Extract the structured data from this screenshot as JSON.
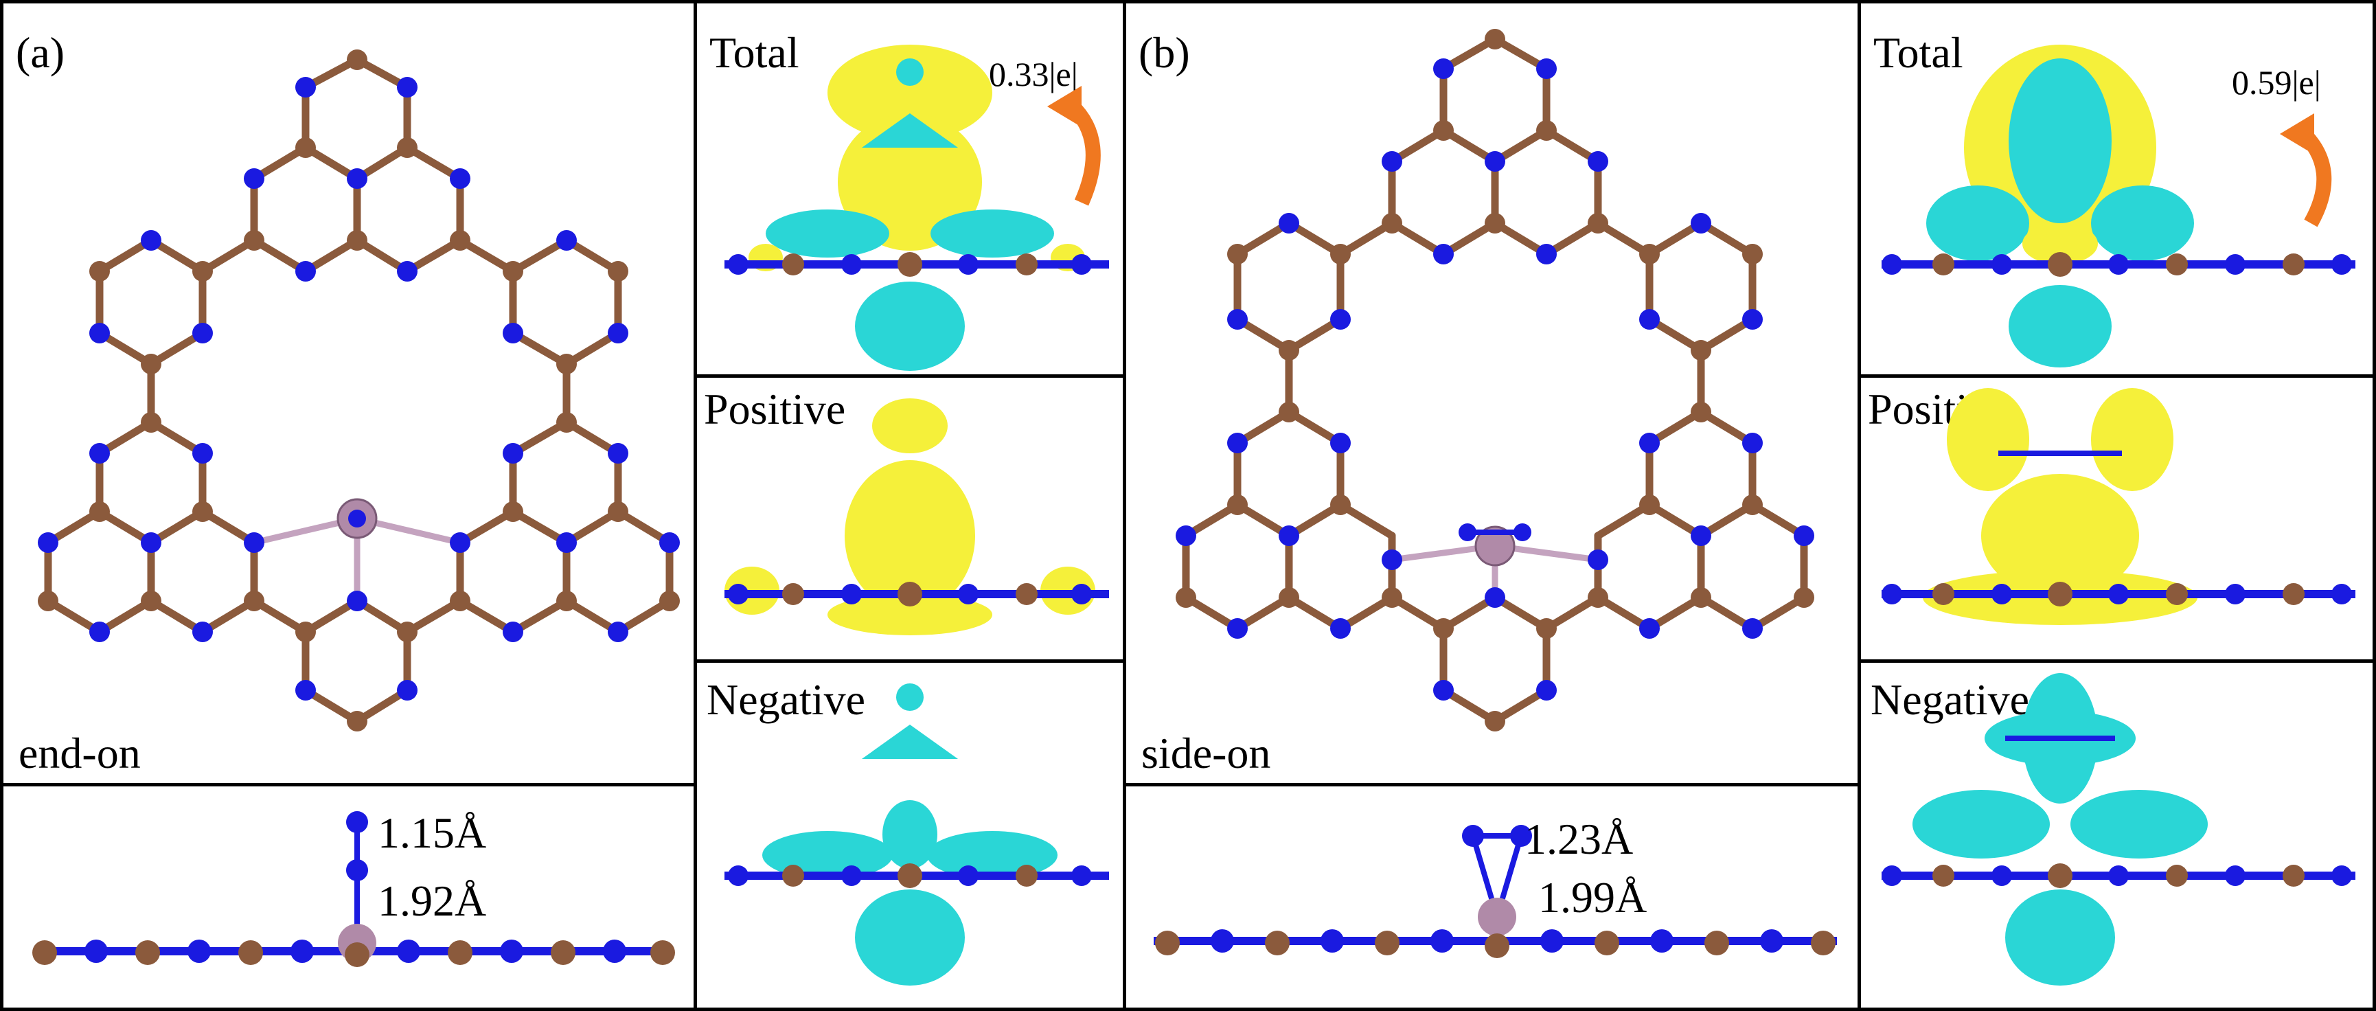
{
  "panel_a": {
    "label": "(a)",
    "mode": "end-on",
    "bond_nn": "1.15Å",
    "bond_metal_n": "1.92Å",
    "charge_total_label": "Total",
    "charge_positive_label": "Positive",
    "charge_negative_label": "Negative",
    "charge_transfer": "0.33|e|"
  },
  "panel_b": {
    "label": "(b)",
    "mode": "side-on",
    "bond_nn": "1.23Å",
    "bond_metal_n": "1.99Å",
    "charge_total_label": "Total",
    "charge_positive_label": "Positive",
    "charge_negative_label": "Negative",
    "charge_transfer": "0.59|e|"
  },
  "colors": {
    "nitrogen": "#1a1ae0",
    "carbon": "#8b5a3c",
    "metal": "#b08aa8",
    "isosurface_positive": "#f5f03a",
    "isosurface_negative": "#2ad6d6",
    "arrow": "#f07820"
  }
}
